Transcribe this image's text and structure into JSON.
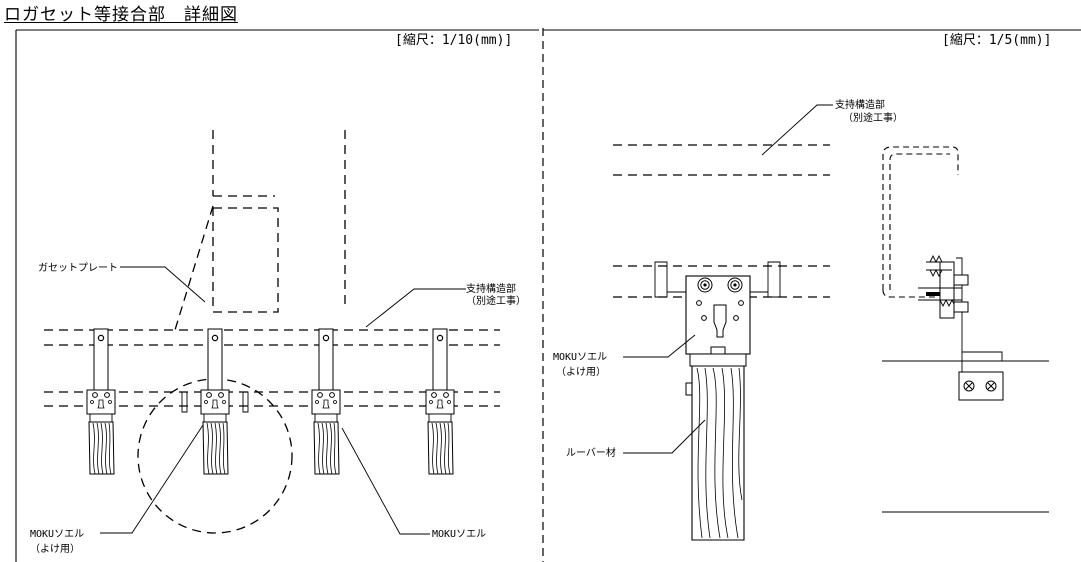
{
  "title": "ロガセット等接合部　詳細図",
  "left_panel": {
    "scale": "[縮尺：1/10(mm)]",
    "labels": {
      "gusset_plate": "ガセットプレート",
      "support_structure": "支持構造部",
      "support_note": "（別途工事）",
      "moku_yoke_line1": "MOKUソエル",
      "moku_yoke_line2": "（よけ用）",
      "moku": "MOKUソエル"
    }
  },
  "right_panel": {
    "scale": "[縮尺：1/5(mm)]",
    "labels": {
      "support_structure": "支持構造部",
      "support_note": "（別途工事）",
      "moku_yoke_line1": "MOKUソエル",
      "moku_yoke_line2": "（よけ用）",
      "louver": "ルーバー材"
    }
  }
}
